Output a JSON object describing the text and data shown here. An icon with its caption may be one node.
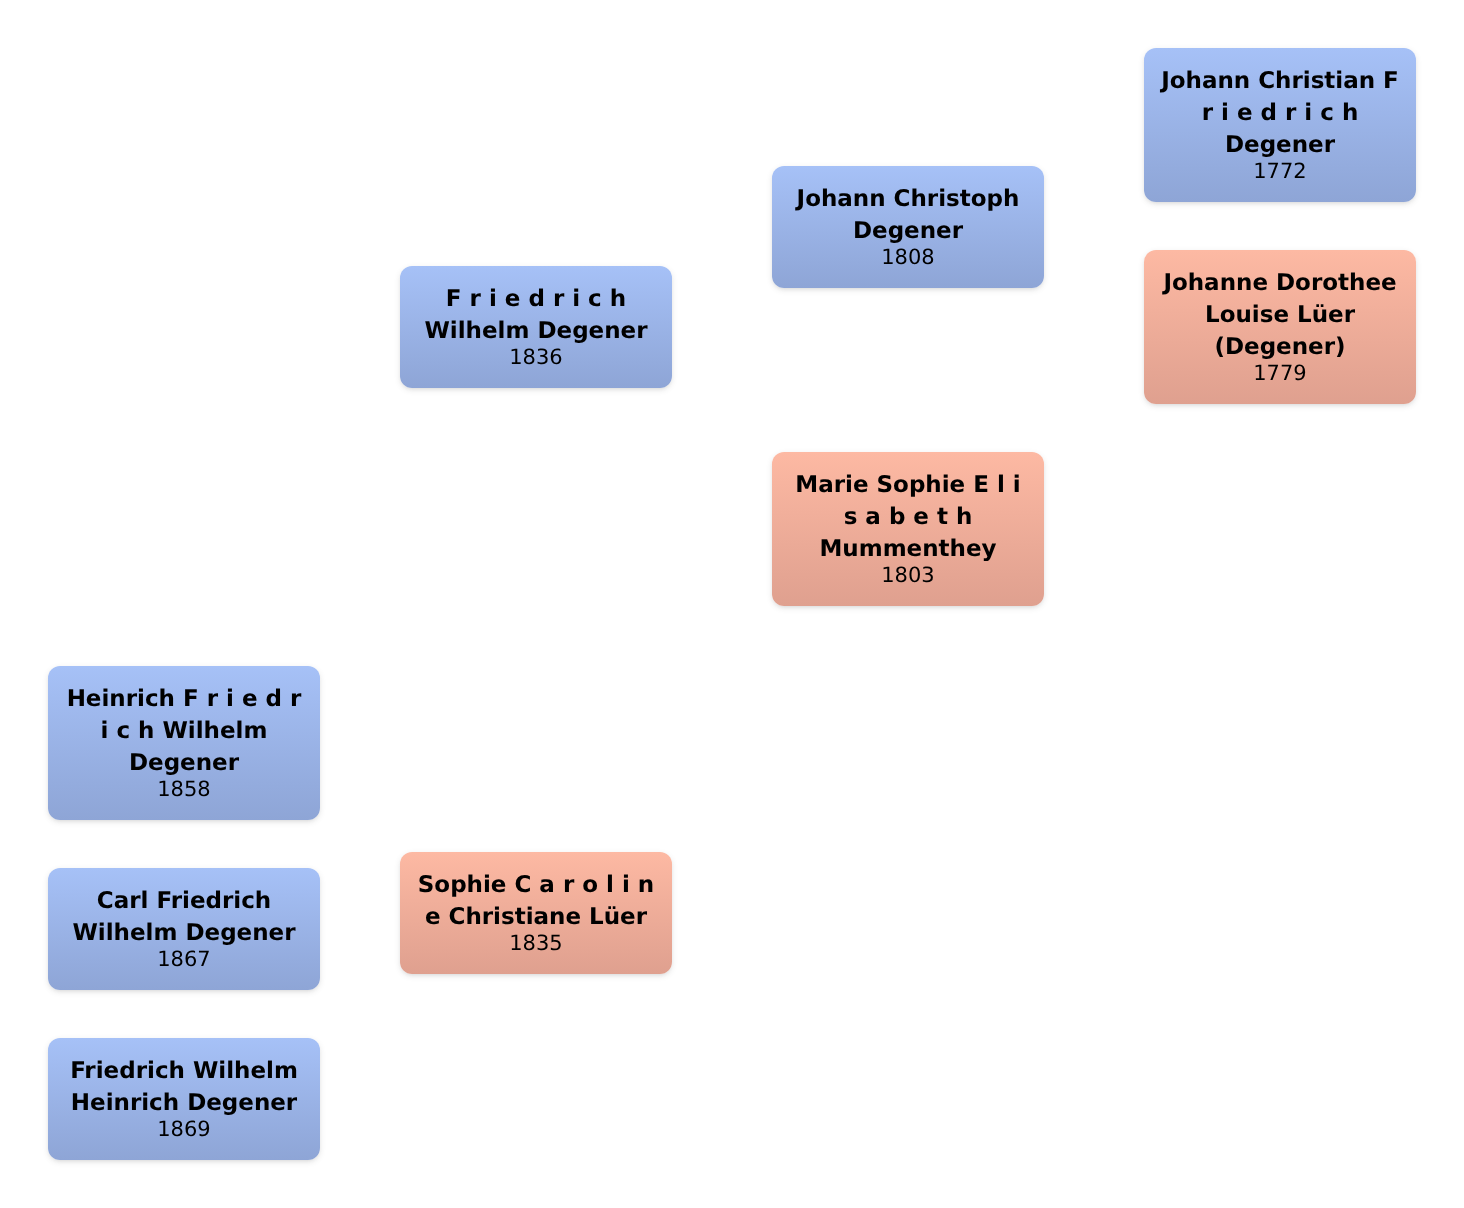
{
  "diagram": {
    "nodes": [
      {
        "text": [
          "Johann Christian F r i e d r i c h Degener",
          "1772"
        ]
      },
      {
        "text": [
          "Johann Christoph Degener",
          "1808"
        ]
      },
      {
        "text": [
          "Johanne Dorothee Louise Lüer (Degener)",
          "1779"
        ]
      },
      {
        "text": [
          "F r i e d r i c h Wilhelm Degener",
          "1836"
        ]
      },
      {
        "text": [
          "Marie Sophie E l i s a b e t h Mummenthey",
          "1803"
        ]
      },
      {
        "text": [
          "Heinrich F r i e d r i c h Wilhelm Degener",
          "1858"
        ]
      },
      {
        "text": [
          "Sophie C a r o l i n e Christiane Lüer",
          "1835"
        ]
      },
      {
        "text": [
          "Carl Friedrich Wilhelm Degener",
          "1867"
        ]
      },
      {
        "text": [
          "Friedrich Wilhelm Heinrich Degener",
          "1869"
        ]
      }
    ]
  }
}
